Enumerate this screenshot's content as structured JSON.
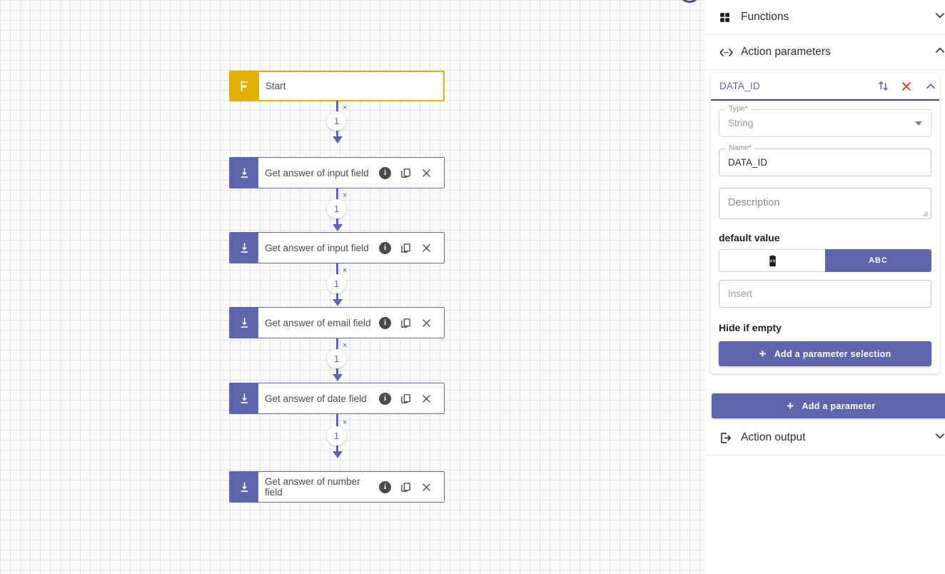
{
  "canvas": {
    "widget": "zoom-control",
    "nodes": [
      {
        "id": "start",
        "type": "start",
        "icon": "flag-icon",
        "label": "Start",
        "has_actions": false
      },
      {
        "id": "n1",
        "type": "action",
        "icon": "download-icon",
        "label": "Get answer of input field",
        "has_actions": true
      },
      {
        "id": "n2",
        "type": "action",
        "icon": "download-icon",
        "label": "Get answer of input field",
        "has_actions": true
      },
      {
        "id": "n3",
        "type": "action",
        "icon": "download-icon",
        "label": "Get answer of email field",
        "has_actions": true
      },
      {
        "id": "n4",
        "type": "action",
        "icon": "download-icon",
        "label": "Get answer of date field",
        "has_actions": true
      },
      {
        "id": "n5",
        "type": "action",
        "icon": "download-icon",
        "label": "Get answer of number field",
        "has_actions": true
      }
    ],
    "connectors": [
      {
        "badge": "1",
        "remove": "×"
      },
      {
        "badge": "1",
        "remove": "×"
      },
      {
        "badge": "1",
        "remove": "×"
      },
      {
        "badge": "1",
        "remove": "×"
      },
      {
        "badge": "1",
        "remove": "×"
      }
    ],
    "node_actions": {
      "info": "i",
      "duplicate": "copy-icon",
      "delete": "close-icon"
    }
  },
  "panel": {
    "functions": {
      "title": "Functions",
      "icon": "grid-icon",
      "chevron": "chevron-down-icon"
    },
    "action_parameters": {
      "title": "Action parameters",
      "icon": "code-brackets-icon",
      "chevron": "chevron-up-icon"
    },
    "parameter_card": {
      "title": "DATA_ID",
      "sort_icon": "sort-arrows-icon",
      "delete_icon": "close-icon",
      "collapse_icon": "chevron-up-icon",
      "type_field": {
        "legend": "Type*",
        "value": "String"
      },
      "name_field": {
        "legend": "Name*",
        "value": "DATA_ID"
      },
      "description_field": {
        "placeholder": "Description"
      },
      "default_value": {
        "label": "default value",
        "toggle_code_label": "code-icon",
        "toggle_text_label": "ABC",
        "selected": "ABC",
        "input_placeholder": "Insert"
      },
      "hide_if_empty": {
        "label": "Hide if empty"
      },
      "add_parameter_selection": {
        "label": "Add a parameter selection",
        "icon": "plus-icon"
      }
    },
    "add_parameter": {
      "label": "Add a parameter",
      "icon": "plus-icon"
    },
    "action_output": {
      "title": "Action output",
      "icon": "output-arrow-icon",
      "chevron": "chevron-down-icon"
    }
  },
  "colors": {
    "accent_purple": "#5f65aa",
    "start_yellow": "#e0b000",
    "delete_red": "#e03c31",
    "link_blue": "#4169c7",
    "canvas_bg": "#fafafa"
  }
}
